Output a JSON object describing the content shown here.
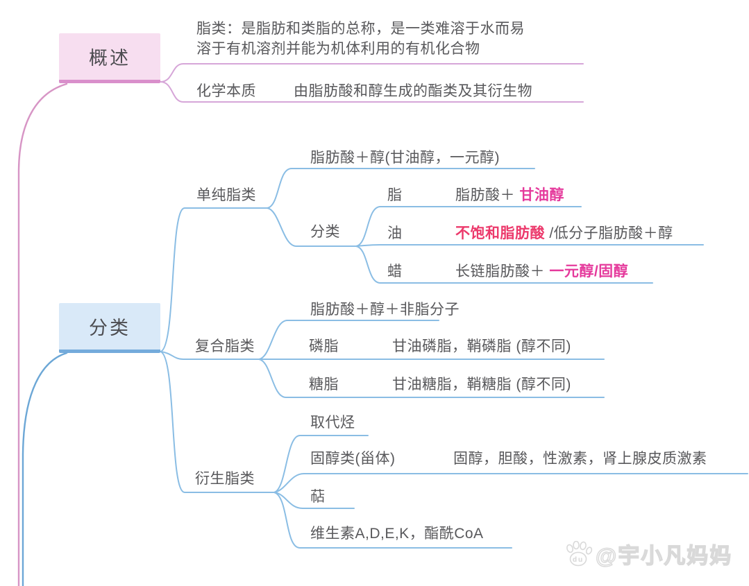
{
  "colors": {
    "background": "#ffffff",
    "overview_fill": "#f7def0",
    "overview_accent": "#d98fcb",
    "classification_fill": "#d9e9f8",
    "classification_accent": "#74abdb",
    "pink_line": "#d6a6d8",
    "blue_line": "#8abde4",
    "text": "#58585b",
    "magenta": "#e53a9c",
    "red_pink": "#ec3a6c"
  },
  "map": {
    "overview": {
      "label": "概述",
      "definition": {
        "line1": "脂类：是脂肪和类脂的总称，是一类难溶于水而易",
        "line2": "溶于有机溶剂并能为机体利用的有机化合物"
      },
      "chemical_nature": {
        "label": "化学本质",
        "value": "由脂肪酸和醇生成的酯类及其衍生物"
      }
    },
    "classification": {
      "label": "分类",
      "simple_lipids": {
        "label": "单纯脂类",
        "formula": "脂肪酸＋醇(甘油醇，一元醇)",
        "subtypes": {
          "label": "分类",
          "fat": {
            "label": "脂",
            "gray": "脂肪酸＋ ",
            "magenta": "甘油醇"
          },
          "oil": {
            "label": "油",
            "red": "不饱和脂肪酸",
            "gray": " /低分子脂肪酸＋醇"
          },
          "wax": {
            "label": "蜡",
            "gray": "长链脂肪酸＋ ",
            "magenta": "一元醇/固醇"
          }
        }
      },
      "compound_lipids": {
        "label": "复合脂类",
        "formula": "脂肪酸＋醇＋非脂分子",
        "phospholipid": {
          "label": "磷脂",
          "value": "甘油磷脂，鞘磷脂 (醇不同)"
        },
        "glycolipid": {
          "label": "糖脂",
          "value": "甘油糖脂，鞘糖脂 (醇不同)"
        }
      },
      "derived_lipids": {
        "label": "衍生脂类",
        "substituted_hydrocarbon": {
          "label": "取代烃"
        },
        "sterols": {
          "label": "固醇类(甾体)",
          "value": "固醇，胆酸，性激素，肾上腺皮质激素"
        },
        "terpene": {
          "label": "萜"
        },
        "vitamins": {
          "label": "维生素A,D,E,K，酯酰CoA"
        }
      }
    }
  },
  "watermark": {
    "text": "@宇小凡妈妈",
    "badge": "du"
  }
}
